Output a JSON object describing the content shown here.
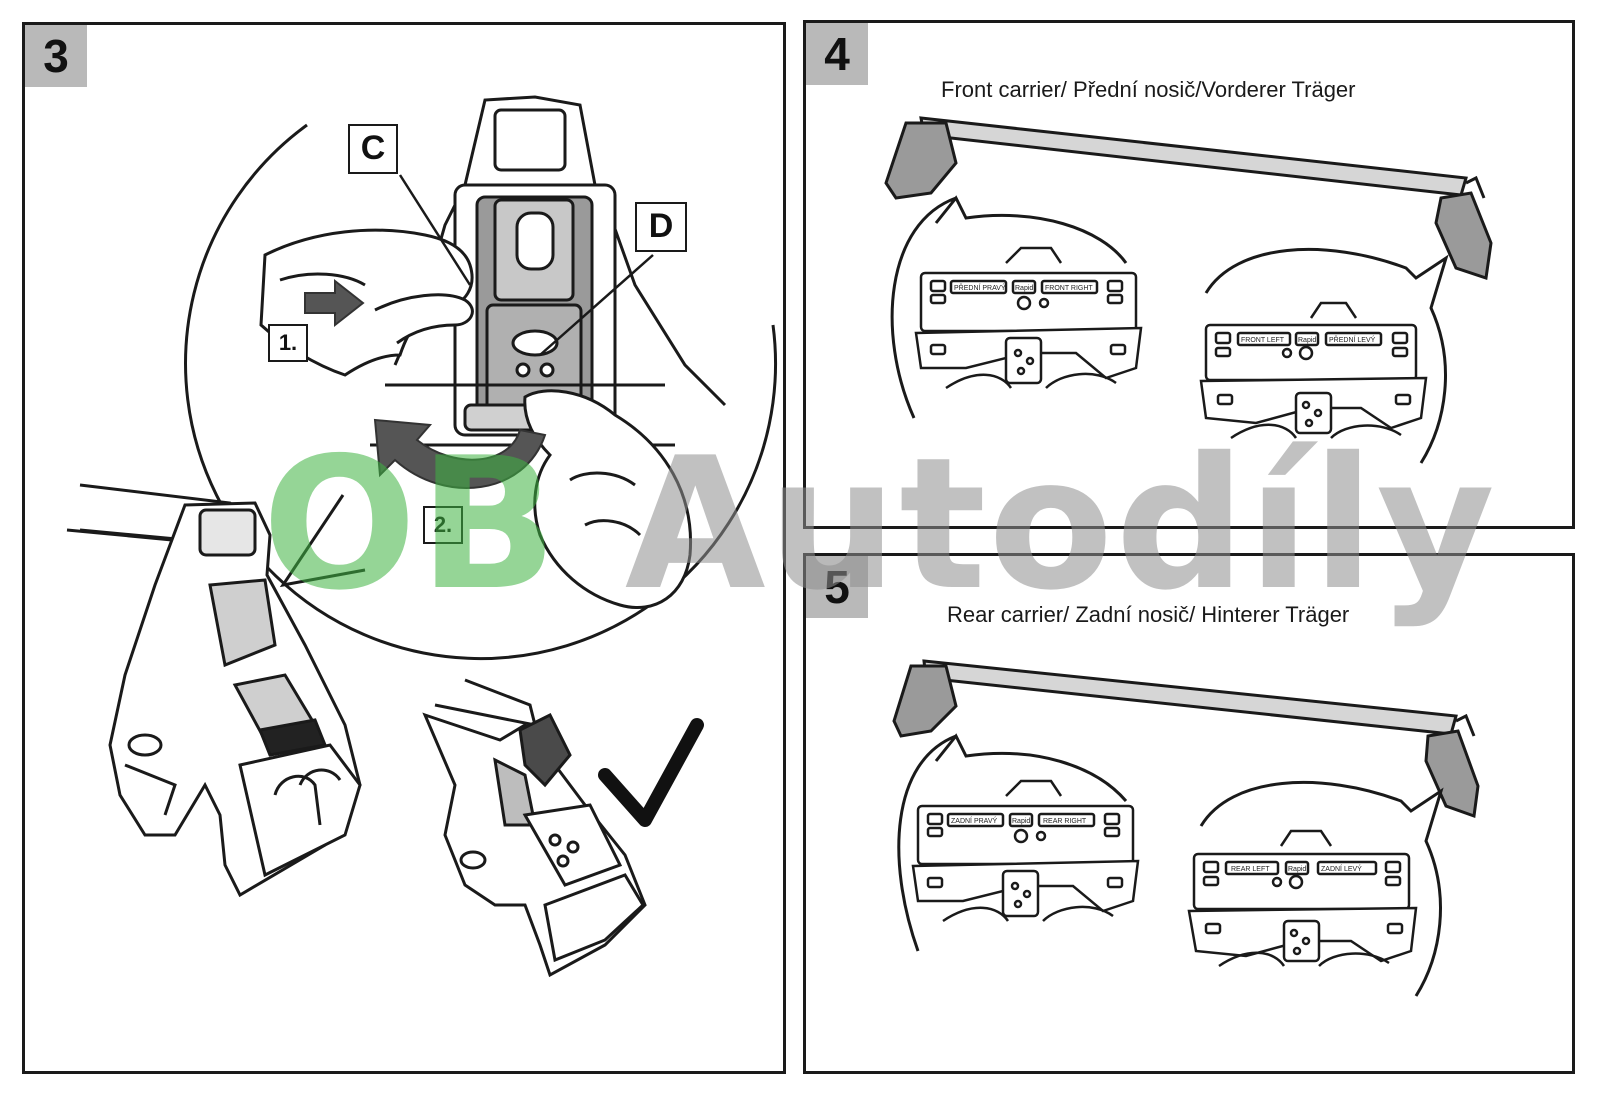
{
  "steps": [
    {
      "number": "3",
      "labels": {
        "c": "C",
        "d": "D",
        "one": "1.",
        "two": "2."
      }
    },
    {
      "number": "4",
      "caption": "Front carrier/ Přední nosič/Vorderer Träger",
      "strip_labels": {
        "a_left": "PŘEDNÍ PRAVÝ",
        "a_mid": "Rapid",
        "a_right": "FRONT RIGHT",
        "b_left": "FRONT LEFT",
        "b_mid": "Rapid",
        "b_right": "PŘEDNÍ LEVÝ"
      }
    },
    {
      "number": "5",
      "caption": "Rear carrier/ Zadní nosič/ Hinterer Träger",
      "strip_labels": {
        "a_left": "ZADNÍ PRAVÝ",
        "a_mid": "Rapid",
        "a_right": "REAR RIGHT",
        "b_left": "REAR LEFT",
        "b_mid": "Rapid",
        "b_right": "ZADNÍ LEVÝ"
      }
    }
  ],
  "watermark": {
    "part1": "OB",
    "part2": " Autodíly",
    "color1": "#3fb442",
    "color2": "#8f8f8f"
  }
}
